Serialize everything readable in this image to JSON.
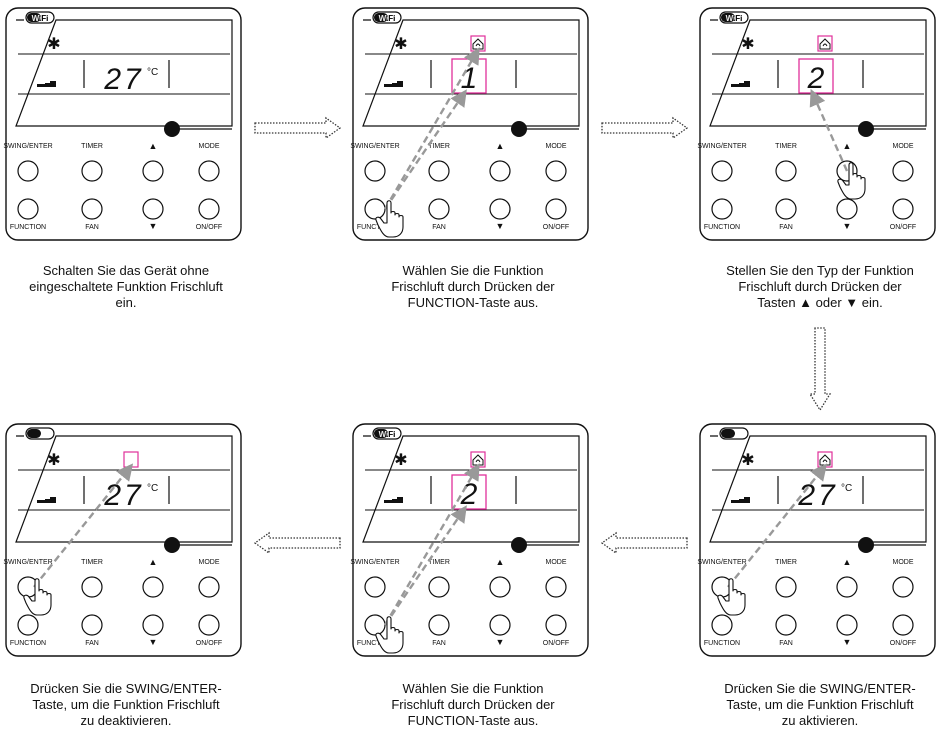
{
  "labels": {
    "wifi": "WiFi",
    "temperature": "27",
    "unit": "°C",
    "swing_enter": "SWING/ENTER",
    "timer": "TIMER",
    "mode": "MODE",
    "function": "FUNCTION",
    "fan": "FAN",
    "onoff": "ON/OFF",
    "fresh_type_1": "1",
    "fresh_type_2": "2"
  },
  "panels": [
    {
      "id": "step1",
      "wifi": true,
      "fresh_icon": "none",
      "display_value": "27",
      "show_unit": true,
      "press": "none",
      "arrow_from": "none",
      "arrow_to": "none"
    },
    {
      "id": "step2",
      "wifi": true,
      "fresh_icon": "on",
      "display_value": "1",
      "show_unit": false,
      "press": "function",
      "arrow_from": "function",
      "arrow_to": "fresh_and_digit"
    },
    {
      "id": "step3",
      "wifi": true,
      "fresh_icon": "on",
      "display_value": "2",
      "show_unit": false,
      "press": "up",
      "arrow_from": "up",
      "arrow_to": "digit"
    },
    {
      "id": "step4",
      "wifi": false,
      "fresh_icon": "empty",
      "display_value": "27",
      "show_unit": true,
      "press": "swing",
      "arrow_from": "swing",
      "arrow_to": "fresh"
    },
    {
      "id": "step5",
      "wifi": true,
      "fresh_icon": "on",
      "display_value": "2",
      "show_unit": false,
      "press": "function",
      "arrow_from": "function",
      "arrow_to": "fresh_and_digit"
    },
    {
      "id": "step6",
      "wifi": false,
      "fresh_icon": "on",
      "display_value": "27",
      "show_unit": true,
      "press": "swing",
      "arrow_from": "swing",
      "arrow_to": "fresh"
    }
  ],
  "captions": {
    "step1": [
      "Schalten Sie das Gerät ohne",
      "eingeschaltete Funktion Frischluft",
      "ein."
    ],
    "step2": [
      "Wählen Sie die Funktion",
      "Frischluft durch Drücken der",
      "FUNCTION-Taste aus."
    ],
    "step3": [
      "Stellen Sie den Typ der Funktion",
      "Frischluft durch Drücken der",
      "Tasten ▲ oder ▼ ein."
    ],
    "step4": [
      "Drücken Sie die SWING/ENTER-",
      "Taste, um die Funktion Frischluft",
      "zu deaktivieren."
    ],
    "step5": [
      "Wählen Sie die Funktion",
      "Frischluft durch Drücken der",
      "FUNCTION-Taste aus."
    ],
    "step6": [
      "Drücken Sie die SWING/ENTER-",
      "Taste, um die Funktion Frischluft",
      "zu aktivieren."
    ]
  },
  "colors": {
    "outline": "#111111",
    "highlight": "#e0309a",
    "arrow": "#999999",
    "flow_arrow": "#333333"
  },
  "icons": {
    "snow": "snowflake-icon",
    "fan_bars": "fan-speed-icon",
    "fresh": "fresh-air-house-icon",
    "hand": "pressing-hand-icon",
    "wifi": "wifi-badge-icon",
    "flow": "dotted-flow-arrow"
  }
}
